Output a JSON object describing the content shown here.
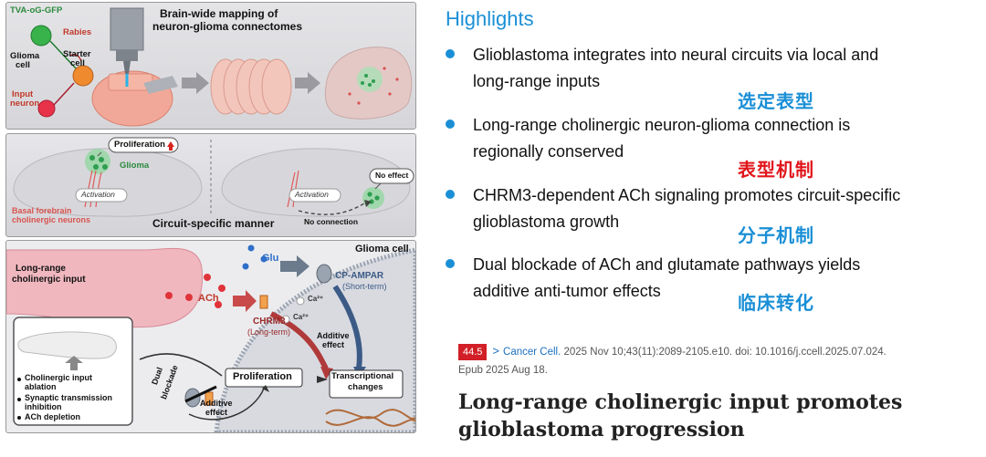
{
  "abstract": {
    "panel1": {
      "title_line1": "Brain-wide mapping of",
      "title_line2": "neuron-glioma connectomes",
      "tva_label": "TVA-oG-GFP",
      "rabies_label": "Rabies",
      "glioma_cell_line1": "Glioma",
      "glioma_cell_line2": "cell",
      "starter_line1": "Starter",
      "starter_line2": "cell",
      "input_line1": "Input",
      "input_line2": "neuron"
    },
    "panel2": {
      "proliferation": "Proliferation",
      "glioma": "Glioma",
      "activation_left": "Activation",
      "activation_right": "Activation",
      "no_effect": "No effect",
      "basal_line1": "Basal forebrain",
      "basal_line2": "cholinergic neurons",
      "circuit": "Circuit-specific manner",
      "no_connection": "No connection"
    },
    "panel3": {
      "glioma_cell": "Glioma cell",
      "long_range_line1": "Long-range",
      "long_range_line2": "cholinergic input",
      "glu": "Glu",
      "cp_ampar": "CP-AMPAR",
      "short_term": "(Short-term)",
      "ach": "ACh",
      "chrm3": "CHRM3",
      "long_term": "(Long-term)",
      "ca1": "Ca²⁺",
      "ca2": "Ca²⁺",
      "additive_effect_line1": "Additive",
      "additive_effect_line2": "effect",
      "proliferation": "Proliferation",
      "transcriptional_line1": "Transcriptional",
      "transcriptional_line2": "changes",
      "dual_line1": "Dual",
      "dual_line2": "blockade",
      "additive2_line1": "Additive",
      "additive2_line2": "effect",
      "bullets": [
        "Cholinergic input",
        "ablation",
        "Synaptic transmission",
        "inhibition",
        "ACh depletion"
      ]
    }
  },
  "highlights": {
    "title": "Highlights",
    "items": [
      {
        "line1": "Glioblastoma integrates into neural circuits via local and",
        "line2": "long-range inputs"
      },
      {
        "line1": "Long-range cholinergic neuron-glioma connection is",
        "line2": "regionally conserved"
      },
      {
        "line1": "CHRM3-dependent ACh signaling promotes circuit-specific",
        "line2": "glioblastoma growth"
      },
      {
        "line1": "Dual blockade of ACh and glutamate pathways yields",
        "line2": "additive anti-tumor effects"
      }
    ],
    "tags": [
      {
        "text": "选定表型",
        "color": "#1a8fd6"
      },
      {
        "text": "表型机制",
        "color": "#e0161b"
      },
      {
        "text": "分子机制",
        "color": "#1a8fd6"
      },
      {
        "text": "临床转化",
        "color": "#1a8fd6"
      }
    ]
  },
  "citation": {
    "impact_factor": "44.5",
    "arrow": ">",
    "journal": "Cancer Cell.",
    "details": " 2025 Nov 10;43(11):2089-2105.e10. doi: 10.1016/j.ccell.2025.07.024.",
    "epub": "Epub 2025 Aug 18."
  },
  "paper": {
    "title": "Long-range cholinergic input promotes glioblastoma progression"
  }
}
